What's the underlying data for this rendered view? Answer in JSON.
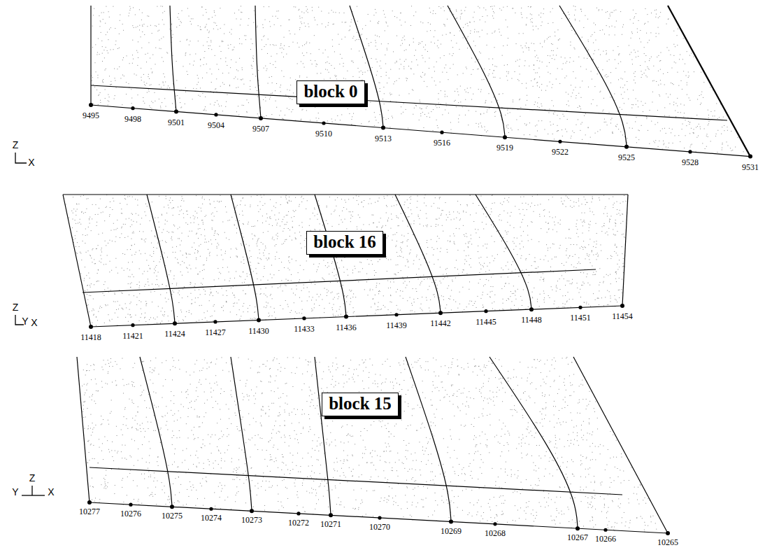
{
  "diagram": {
    "nodes": [
      {
        "text": [
          "block 0"
        ]
      },
      {
        "text": [
          "block 16"
        ]
      },
      {
        "text": [
          "block 15"
        ]
      }
    ],
    "labels": [
      "9495",
      "9498",
      "9501",
      "9504",
      "9507",
      "9510",
      "9513",
      "9516",
      "9519",
      "9522",
      "9525",
      "9528",
      "9531",
      "Z",
      "X",
      "11418",
      "11421",
      "11424",
      "11427",
      "11430",
      "11433",
      "11436",
      "11439",
      "11442",
      "11445",
      "11448",
      "11451",
      "11454",
      "Z",
      "Y",
      "X",
      "10277",
      "10276",
      "10275",
      "10274",
      "10273",
      "10272",
      "10271",
      "10270",
      "10269",
      "10268",
      "10267",
      "10266",
      "10265",
      "Y",
      "Z",
      "X"
    ]
  }
}
